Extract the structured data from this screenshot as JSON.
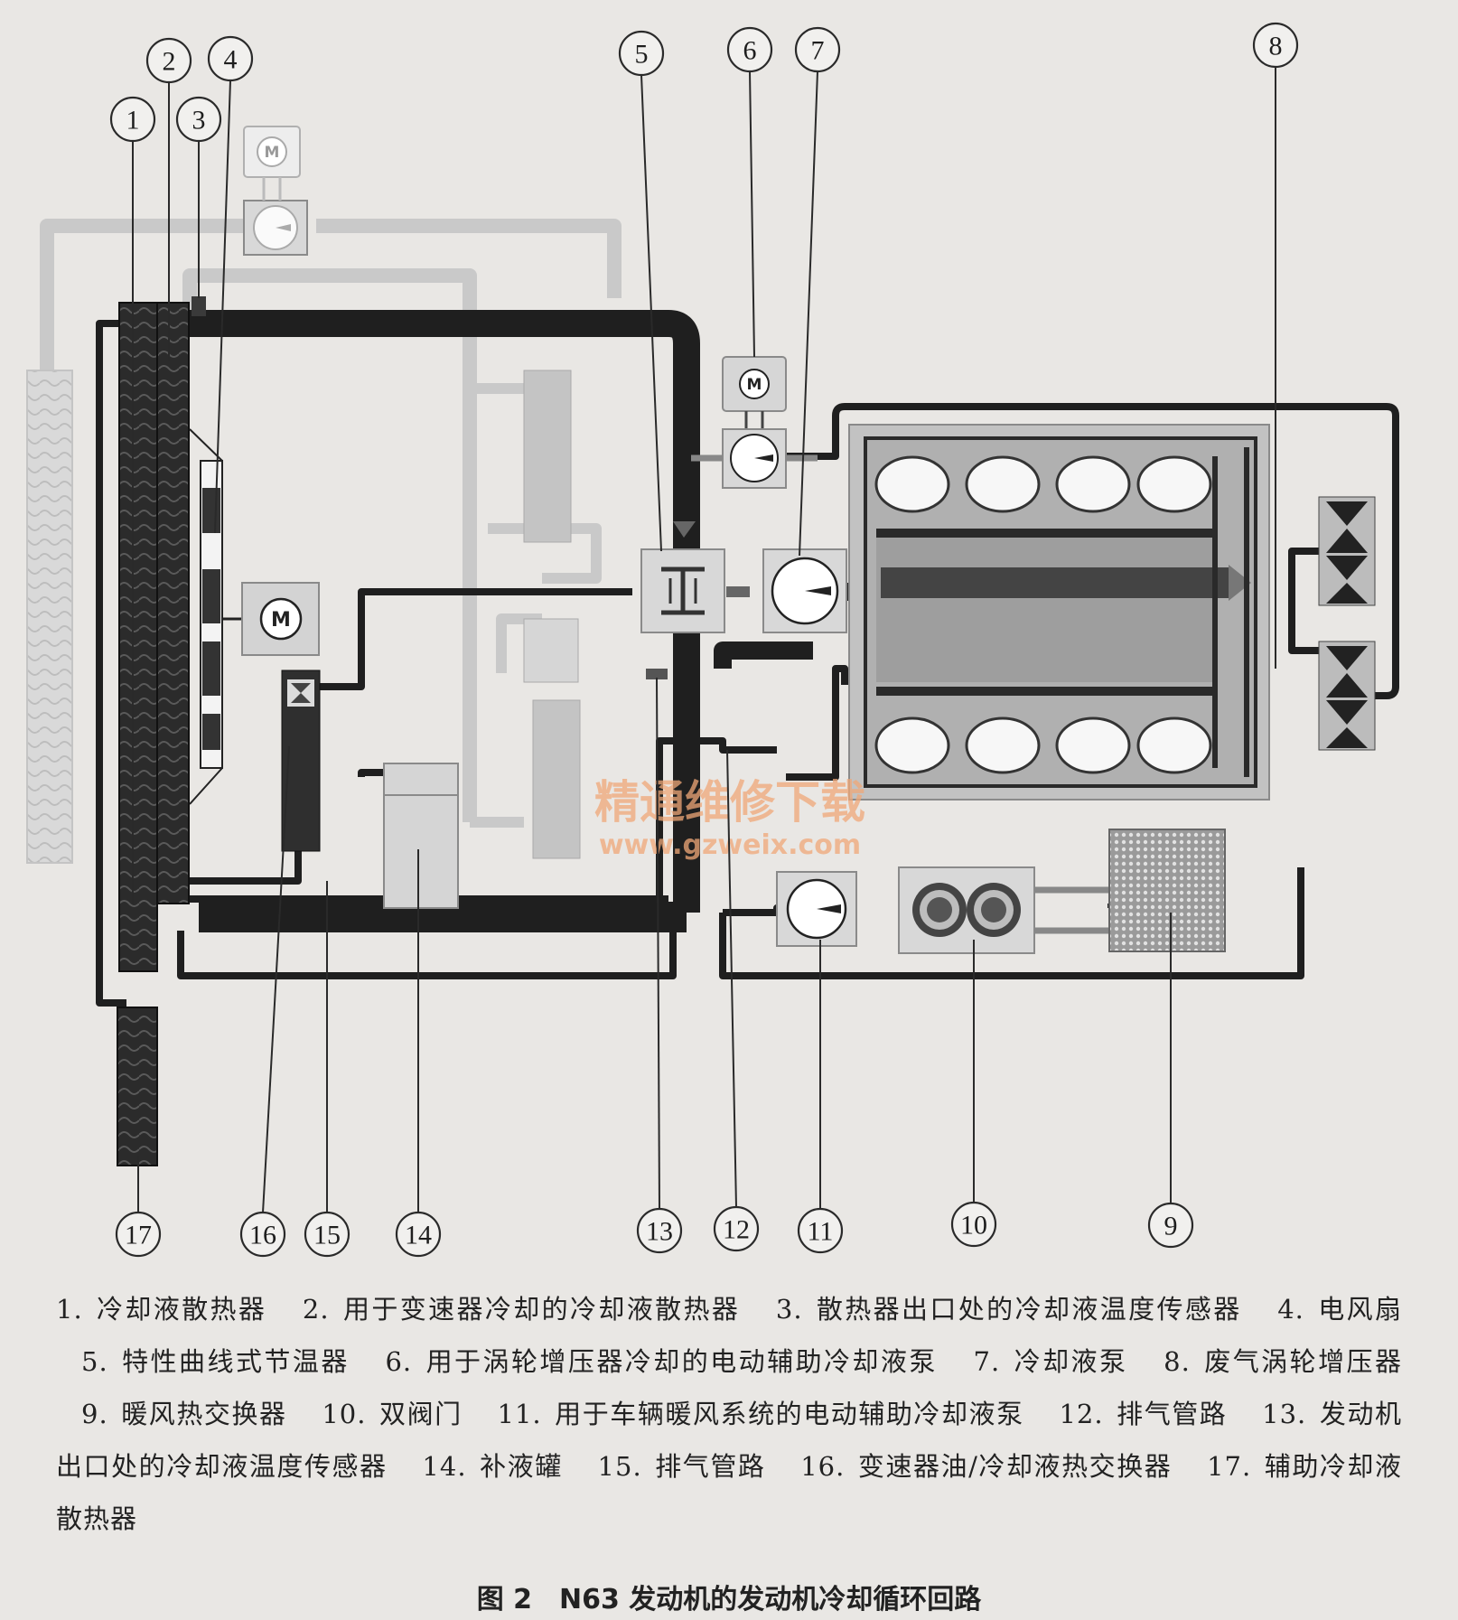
{
  "callouts": [
    "1",
    "2",
    "3",
    "4",
    "5",
    "6",
    "7",
    "8",
    "9",
    "10",
    "11",
    "12",
    "13",
    "14",
    "15",
    "16",
    "17"
  ],
  "motor_label": "M",
  "watermark": {
    "line1": "精通维修下载",
    "line2": "www.gzweix.com"
  },
  "legend": [
    {
      "num": "1.",
      "text": "冷却液散热器"
    },
    {
      "num": "2.",
      "text": "用于变速器冷却的冷却液散热器"
    },
    {
      "num": "3.",
      "text": "散热器出口处的冷却液温度传感器"
    },
    {
      "num": "4.",
      "text": "电风扇"
    },
    {
      "num": "5.",
      "text": "特性曲线式节温器"
    },
    {
      "num": "6.",
      "text": "用于涡轮增压器冷却的电动辅助冷却液泵"
    },
    {
      "num": "7.",
      "text": "冷却液泵"
    },
    {
      "num": "8.",
      "text": "废气涡轮增压器"
    },
    {
      "num": "9.",
      "text": "暖风热交换器"
    },
    {
      "num": "10.",
      "text": "双阀门"
    },
    {
      "num": "11.",
      "text": "用于车辆暖风系统的电动辅助冷却液泵"
    },
    {
      "num": "12.",
      "text": "排气管路"
    },
    {
      "num": "13.",
      "text": "发动机出口处的冷却液温度传感器"
    },
    {
      "num": "14.",
      "text": "补液罐"
    },
    {
      "num": "15.",
      "text": "排气管路"
    },
    {
      "num": "16.",
      "text": "变速器油/冷却液热交换器"
    },
    {
      "num": "17.",
      "text": "辅助冷却液散热器"
    }
  ],
  "caption": "图 2　N63 发动机的发动机冷却循环回路"
}
